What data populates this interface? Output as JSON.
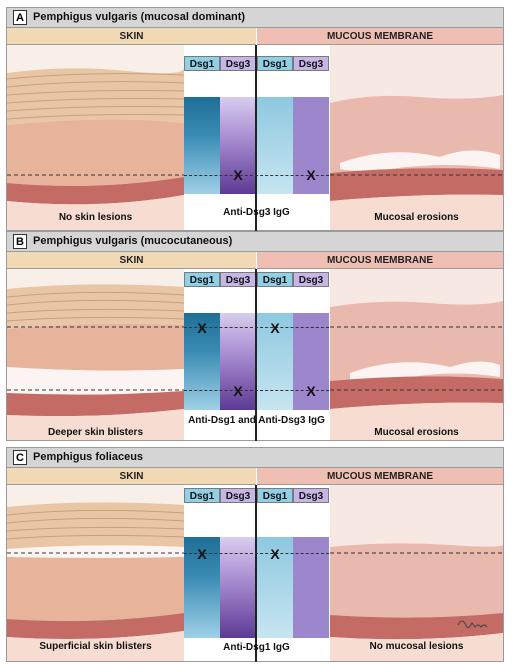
{
  "panels": [
    {
      "letter": "A",
      "title": "Pemphigus vulgaris (mucosal dominant)",
      "skin_header": "SKIN",
      "mucosa_header": "MUCOUS MEMBRANE",
      "dsg1": "Dsg1",
      "dsg3": "Dsg3",
      "antibody": "Anti-Dsg3 IgG",
      "skin_label": "No skin lesions",
      "mucosa_label": "Mucosal erosions"
    },
    {
      "letter": "B",
      "title": "Pemphigus vulgaris (mucocutaneous)",
      "skin_header": "SKIN",
      "mucosa_header": "MUCOUS MEMBRANE",
      "dsg1": "Dsg1",
      "dsg3": "Dsg3",
      "antibody": "Anti-Dsg1 and Anti-Dsg3 IgG",
      "skin_label": "Deeper skin blisters",
      "mucosa_label": "Mucosal erosions"
    },
    {
      "letter": "C",
      "title": "Pemphigus foliaceus",
      "skin_header": "SKIN",
      "mucosa_header": "MUCOUS MEMBRANE",
      "dsg1": "Dsg1",
      "dsg3": "Dsg3",
      "antibody": "Anti-Dsg1 IgG",
      "skin_label": "Superficial skin blisters",
      "mucosa_label": "No mucosal lesions"
    }
  ],
  "marks": {
    "x": "X"
  },
  "signature": "J.Muller",
  "colors": {
    "header_bg": "#d5d5d5",
    "skin_header": "#f1d9b5",
    "mucosa_header": "#efbfb4",
    "dsg1": "#8fd0e6",
    "dsg3": "#c6b5e6"
  }
}
